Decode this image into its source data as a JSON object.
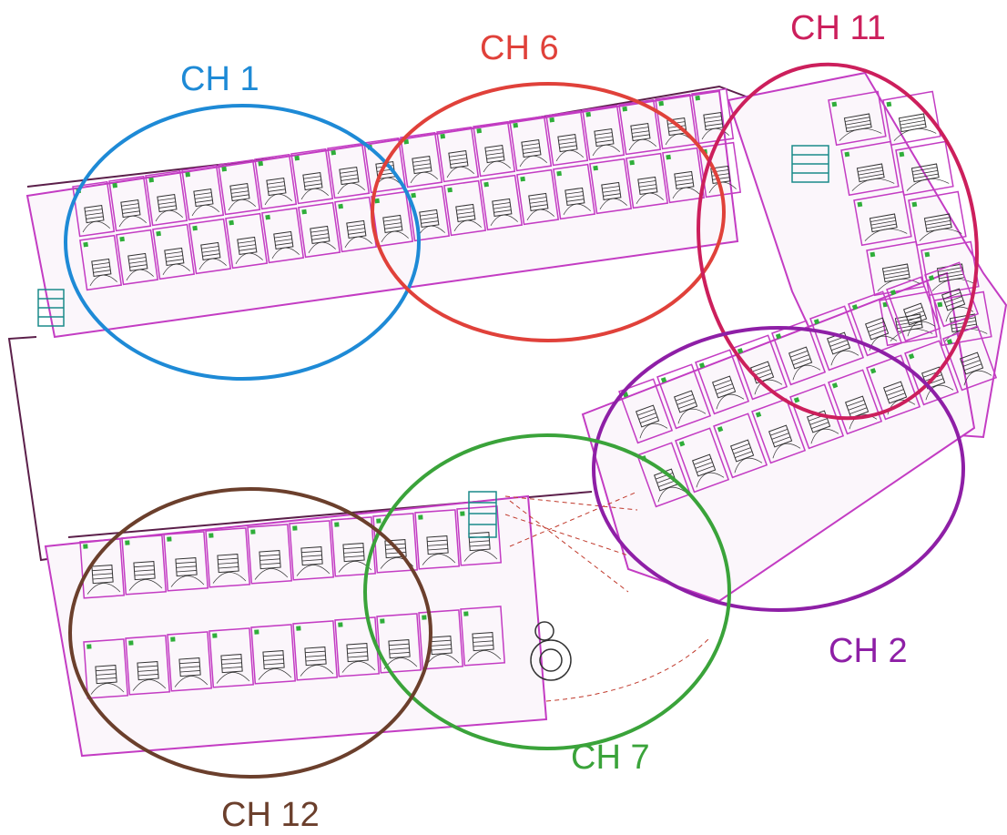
{
  "zones": [
    {
      "id": "ch1",
      "label": "CH 1",
      "color": "#1e8ad6"
    },
    {
      "id": "ch6",
      "label": "CH 6",
      "color": "#e0413a"
    },
    {
      "id": "ch11",
      "label": "CH 11",
      "color": "#cc1f5c"
    },
    {
      "id": "ch2",
      "label": "CH 2",
      "color": "#8e1fa6"
    },
    {
      "id": "ch7",
      "label": "CH 7",
      "color": "#3aa33a"
    },
    {
      "id": "ch12",
      "label": "CH 12",
      "color": "#6b3f2c"
    }
  ],
  "plan_colors": {
    "walls": "#c33cc3",
    "outline": "#5b1f4a",
    "furniture": "#333333",
    "accent": "#2fae3a",
    "stair": "#1a8a8a"
  }
}
